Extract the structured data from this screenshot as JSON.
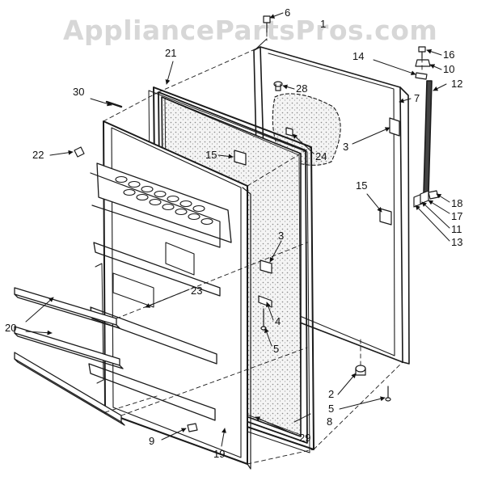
{
  "watermark": "AppliancePartsPros.com",
  "callouts": [
    {
      "id": "6",
      "label": "6"
    },
    {
      "id": "1",
      "label": "1"
    },
    {
      "id": "16",
      "label": "16"
    },
    {
      "id": "10",
      "label": "10"
    },
    {
      "id": "14",
      "label": "14"
    },
    {
      "id": "12",
      "label": "12"
    },
    {
      "id": "21",
      "label": "21"
    },
    {
      "id": "28",
      "label": "28"
    },
    {
      "id": "7",
      "label": "7"
    },
    {
      "id": "30",
      "label": "30"
    },
    {
      "id": "22",
      "label": "22"
    },
    {
      "id": "15a",
      "label": "15"
    },
    {
      "id": "24",
      "label": "24"
    },
    {
      "id": "3a",
      "label": "3"
    },
    {
      "id": "15b",
      "label": "15"
    },
    {
      "id": "18",
      "label": "18"
    },
    {
      "id": "17",
      "label": "17"
    },
    {
      "id": "11",
      "label": "11"
    },
    {
      "id": "13",
      "label": "13"
    },
    {
      "id": "3b",
      "label": "3"
    },
    {
      "id": "23",
      "label": "23"
    },
    {
      "id": "4",
      "label": "4"
    },
    {
      "id": "5a",
      "label": "5"
    },
    {
      "id": "20",
      "label": "20"
    },
    {
      "id": "2",
      "label": "2"
    },
    {
      "id": "5b",
      "label": "5"
    },
    {
      "id": "8",
      "label": "8"
    },
    {
      "id": "9",
      "label": "9"
    },
    {
      "id": "29",
      "label": "29"
    },
    {
      "id": "19",
      "label": "19"
    }
  ]
}
